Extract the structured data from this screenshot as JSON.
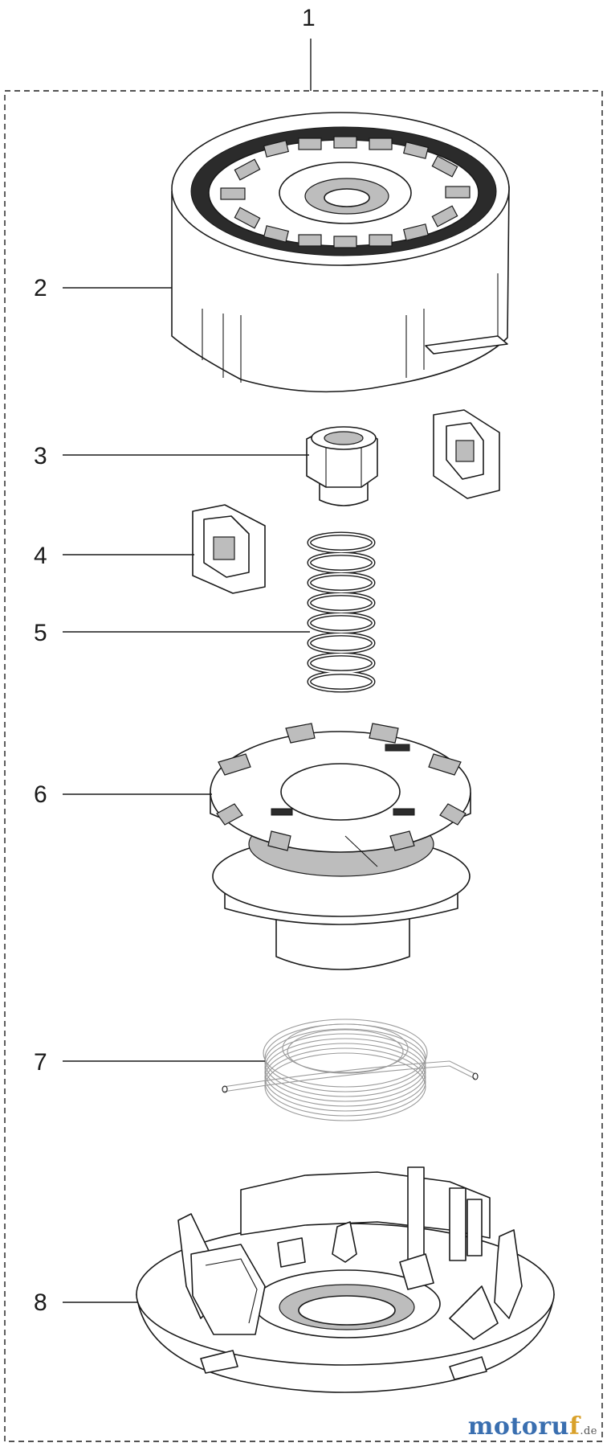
{
  "callouts": {
    "c1": "1",
    "c2": "2",
    "c3": "3",
    "c4": "4",
    "c5": "5",
    "c6": "6",
    "c7": "7",
    "c8": "8"
  },
  "watermark": {
    "main": "motoru",
    "accent": "f",
    "tld": ".de"
  },
  "colors": {
    "ink": "#1a1a1a",
    "watermark_blue": "#3a6fb0",
    "watermark_gold": "#d9a12a"
  }
}
